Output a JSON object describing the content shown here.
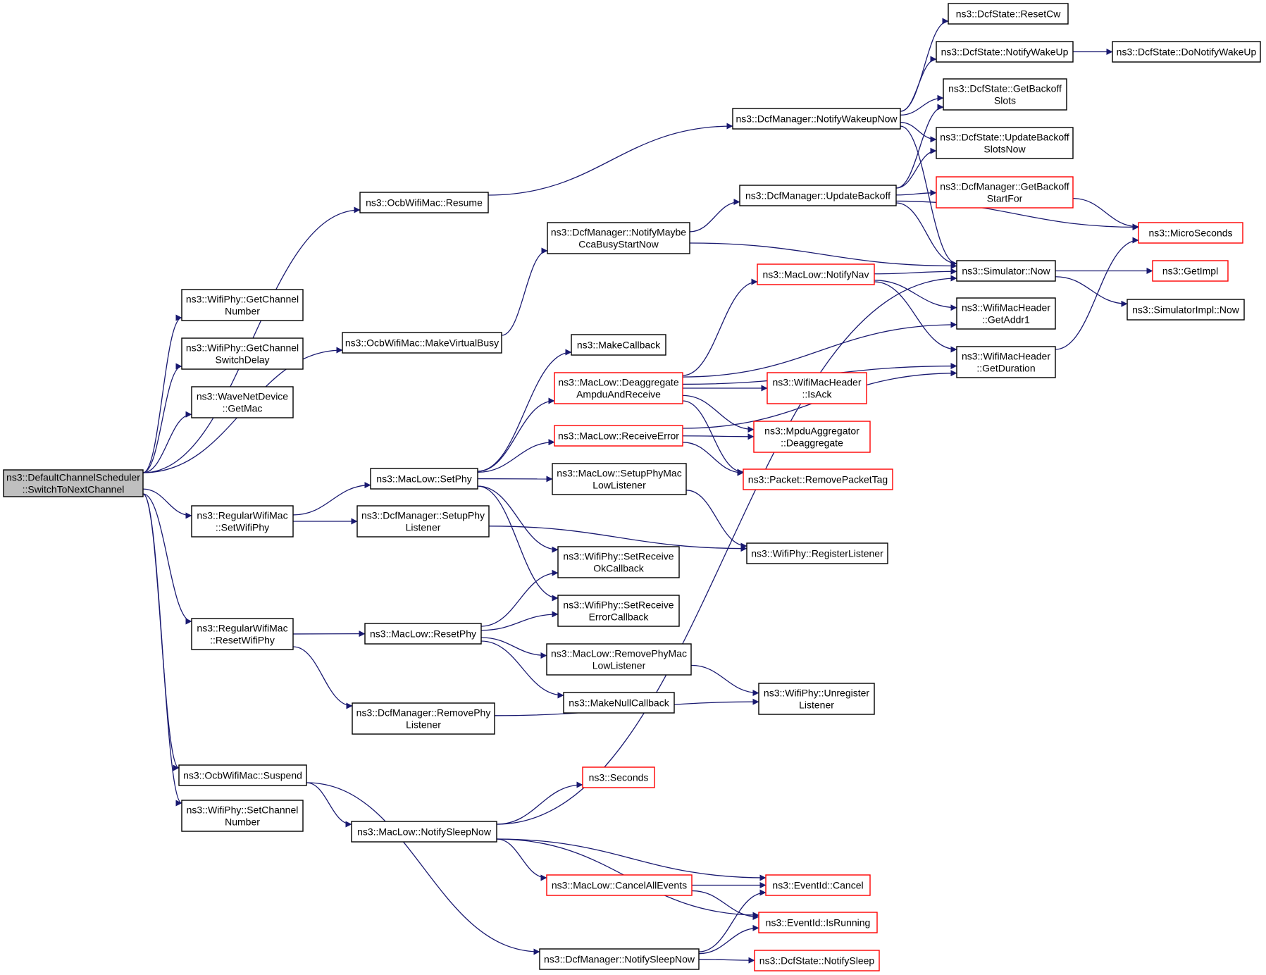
{
  "colors": {
    "edge": "#191970",
    "border_normal": "#000000",
    "border_truncated": "#ff0000",
    "root_fill": "#bfbfbf",
    "node_fill": "#ffffff"
  },
  "nodes": [
    {
      "id": "root",
      "lines": [
        "ns3::DefaultChannelScheduler",
        "::SwitchToNextChannel"
      ],
      "style": "root"
    },
    {
      "id": "getChannelNumber",
      "lines": [
        "ns3::WifiPhy::GetChannel",
        "Number"
      ],
      "style": "normal"
    },
    {
      "id": "getChannelSwitchDelay",
      "lines": [
        "ns3::WifiPhy::GetChannel",
        "SwitchDelay"
      ],
      "style": "normal"
    },
    {
      "id": "getMac",
      "lines": [
        "ns3::WaveNetDevice",
        "::GetMac"
      ],
      "style": "normal"
    },
    {
      "id": "resume",
      "lines": [
        "ns3::OcbWifiMac::Resume"
      ],
      "style": "normal"
    },
    {
      "id": "makeVirtualBusy",
      "lines": [
        "ns3::OcbWifiMac::MakeVirtualBusy"
      ],
      "style": "normal"
    },
    {
      "id": "setWifiPhy",
      "lines": [
        "ns3::RegularWifiMac",
        "::SetWifiPhy"
      ],
      "style": "normal"
    },
    {
      "id": "resetWifiPhy",
      "lines": [
        "ns3::RegularWifiMac",
        "::ResetWifiPhy"
      ],
      "style": "normal"
    },
    {
      "id": "suspend",
      "lines": [
        "ns3::OcbWifiMac::Suspend"
      ],
      "style": "normal"
    },
    {
      "id": "setChannelNumber",
      "lines": [
        "ns3::WifiPhy::SetChannel",
        "Number"
      ],
      "style": "normal"
    },
    {
      "id": "notifyWakeupNow",
      "lines": [
        "ns3::DcfManager::NotifyWakeupNow"
      ],
      "style": "normal"
    },
    {
      "id": "notifyMaybeCca",
      "lines": [
        "ns3::DcfManager::NotifyMaybe",
        "CcaBusyStartNow"
      ],
      "style": "normal"
    },
    {
      "id": "setPhy",
      "lines": [
        "ns3::MacLow::SetPhy"
      ],
      "style": "normal"
    },
    {
      "id": "setupPhyListener",
      "lines": [
        "ns3::DcfManager::SetupPhy",
        "Listener"
      ],
      "style": "normal"
    },
    {
      "id": "resetPhy",
      "lines": [
        "ns3::MacLow::ResetPhy"
      ],
      "style": "normal"
    },
    {
      "id": "removePhyListener",
      "lines": [
        "ns3::DcfManager::RemovePhy",
        "Listener"
      ],
      "style": "normal"
    },
    {
      "id": "notifySleepNow",
      "lines": [
        "ns3::MacLow::NotifySleepNow"
      ],
      "style": "normal"
    },
    {
      "id": "dcfNotifySleepNow",
      "lines": [
        "ns3::DcfManager::NotifySleepNow"
      ],
      "style": "normal"
    },
    {
      "id": "resetCw",
      "lines": [
        "ns3::DcfState::ResetCw"
      ],
      "style": "normal"
    },
    {
      "id": "notifyWakeUp",
      "lines": [
        "ns3::DcfState::NotifyWakeUp"
      ],
      "style": "normal"
    },
    {
      "id": "doNotifyWakeUp",
      "lines": [
        "ns3::DcfState::DoNotifyWakeUp"
      ],
      "style": "normal"
    },
    {
      "id": "getBackoffSlots",
      "lines": [
        "ns3::DcfState::GetBackoff",
        "Slots"
      ],
      "style": "normal"
    },
    {
      "id": "updateBackoffSlotsNow",
      "lines": [
        "ns3::DcfState::UpdateBackoff",
        "SlotsNow"
      ],
      "style": "normal"
    },
    {
      "id": "updateBackoff",
      "lines": [
        "ns3::DcfManager::UpdateBackoff"
      ],
      "style": "normal"
    },
    {
      "id": "getBackoffStartFor",
      "lines": [
        "ns3::DcfManager::GetBackoff",
        "StartFor"
      ],
      "style": "truncated"
    },
    {
      "id": "microSeconds",
      "lines": [
        "ns3::MicroSeconds"
      ],
      "style": "truncated"
    },
    {
      "id": "simulatorNow",
      "lines": [
        "ns3::Simulator::Now"
      ],
      "style": "normal"
    },
    {
      "id": "getImpl",
      "lines": [
        "ns3::GetImpl"
      ],
      "style": "truncated"
    },
    {
      "id": "simulatorImplNow",
      "lines": [
        "ns3::SimulatorImpl::Now"
      ],
      "style": "normal"
    },
    {
      "id": "notifyNav",
      "lines": [
        "ns3::MacLow::NotifyNav"
      ],
      "style": "truncated"
    },
    {
      "id": "getAddr1",
      "lines": [
        "ns3::WifiMacHeader",
        "::GetAddr1"
      ],
      "style": "normal"
    },
    {
      "id": "getDuration",
      "lines": [
        "ns3::WifiMacHeader",
        "::GetDuration"
      ],
      "style": "normal"
    },
    {
      "id": "makeCallback",
      "lines": [
        "ns3::MakeCallback"
      ],
      "style": "normal"
    },
    {
      "id": "deaggregate",
      "lines": [
        "ns3::MacLow::Deaggregate",
        "AmpduAndReceive"
      ],
      "style": "truncated"
    },
    {
      "id": "isAck",
      "lines": [
        "ns3::WifiMacHeader",
        "::IsAck"
      ],
      "style": "truncated"
    },
    {
      "id": "mpduDeaggregate",
      "lines": [
        "ns3::MpduAggregator",
        "::Deaggregate"
      ],
      "style": "truncated"
    },
    {
      "id": "receiveError",
      "lines": [
        "ns3::MacLow::ReceiveError"
      ],
      "style": "truncated"
    },
    {
      "id": "removePacketTag",
      "lines": [
        "ns3::Packet::RemovePacketTag"
      ],
      "style": "truncated"
    },
    {
      "id": "setupPhyMac",
      "lines": [
        "ns3::MacLow::SetupPhyMac",
        "LowListener"
      ],
      "style": "normal"
    },
    {
      "id": "registerListener",
      "lines": [
        "ns3::WifiPhy::RegisterListener"
      ],
      "style": "normal"
    },
    {
      "id": "setReceiveOk",
      "lines": [
        "ns3::WifiPhy::SetReceive",
        "OkCallback"
      ],
      "style": "normal"
    },
    {
      "id": "setReceiveError",
      "lines": [
        "ns3::WifiPhy::SetReceive",
        "ErrorCallback"
      ],
      "style": "normal"
    },
    {
      "id": "removePhyMac",
      "lines": [
        "ns3::MacLow::RemovePhyMac",
        "LowListener"
      ],
      "style": "normal"
    },
    {
      "id": "makeNullCallback",
      "lines": [
        "ns3::MakeNullCallback"
      ],
      "style": "normal"
    },
    {
      "id": "unregisterListener",
      "lines": [
        "ns3::WifiPhy::Unregister",
        "Listener"
      ],
      "style": "normal"
    },
    {
      "id": "seconds",
      "lines": [
        "ns3::Seconds"
      ],
      "style": "truncated"
    },
    {
      "id": "cancelAllEvents",
      "lines": [
        "ns3::MacLow::CancelAllEvents"
      ],
      "style": "truncated"
    },
    {
      "id": "eventCancel",
      "lines": [
        "ns3::EventId::Cancel"
      ],
      "style": "truncated"
    },
    {
      "id": "eventIsRunning",
      "lines": [
        "ns3::EventId::IsRunning"
      ],
      "style": "truncated"
    },
    {
      "id": "dcfStateNotifySleep",
      "lines": [
        "ns3::DcfState::NotifySleep"
      ],
      "style": "truncated"
    }
  ],
  "edges": [
    [
      "root",
      "getChannelNumber"
    ],
    [
      "root",
      "getChannelSwitchDelay"
    ],
    [
      "root",
      "getMac"
    ],
    [
      "root",
      "resume"
    ],
    [
      "root",
      "makeVirtualBusy"
    ],
    [
      "root",
      "setWifiPhy"
    ],
    [
      "root",
      "resetWifiPhy"
    ],
    [
      "root",
      "suspend"
    ],
    [
      "root",
      "setChannelNumber"
    ],
    [
      "resume",
      "notifyWakeupNow"
    ],
    [
      "makeVirtualBusy",
      "notifyMaybeCca"
    ],
    [
      "setWifiPhy",
      "setPhy"
    ],
    [
      "setWifiPhy",
      "setupPhyListener"
    ],
    [
      "resetWifiPhy",
      "resetPhy"
    ],
    [
      "resetWifiPhy",
      "removePhyListener"
    ],
    [
      "suspend",
      "notifySleepNow"
    ],
    [
      "suspend",
      "dcfNotifySleepNow"
    ],
    [
      "notifyWakeupNow",
      "resetCw"
    ],
    [
      "notifyWakeupNow",
      "notifyWakeUp"
    ],
    [
      "notifyWakeupNow",
      "getBackoffSlots"
    ],
    [
      "notifyWakeupNow",
      "updateBackoffSlotsNow"
    ],
    [
      "notifyWakeupNow",
      "simulatorNow"
    ],
    [
      "notifyWakeUp",
      "doNotifyWakeUp"
    ],
    [
      "notifyMaybeCca",
      "updateBackoff"
    ],
    [
      "notifyMaybeCca",
      "simulatorNow"
    ],
    [
      "updateBackoff",
      "getBackoffSlots"
    ],
    [
      "updateBackoff",
      "updateBackoffSlotsNow"
    ],
    [
      "updateBackoff",
      "getBackoffStartFor"
    ],
    [
      "updateBackoff",
      "microSeconds"
    ],
    [
      "updateBackoff",
      "simulatorNow"
    ],
    [
      "getBackoffStartFor",
      "microSeconds"
    ],
    [
      "simulatorNow",
      "getImpl"
    ],
    [
      "simulatorNow",
      "simulatorImplNow"
    ],
    [
      "notifyNav",
      "simulatorNow"
    ],
    [
      "notifyNav",
      "getAddr1"
    ],
    [
      "notifyNav",
      "getDuration"
    ],
    [
      "getDuration",
      "microSeconds"
    ],
    [
      "setPhy",
      "makeCallback"
    ],
    [
      "setPhy",
      "deaggregate"
    ],
    [
      "setPhy",
      "receiveError"
    ],
    [
      "setPhy",
      "setupPhyMac"
    ],
    [
      "setPhy",
      "setReceiveOk"
    ],
    [
      "setPhy",
      "setReceiveError"
    ],
    [
      "deaggregate",
      "notifyNav"
    ],
    [
      "deaggregate",
      "getAddr1"
    ],
    [
      "deaggregate",
      "getDuration"
    ],
    [
      "deaggregate",
      "isAck"
    ],
    [
      "deaggregate",
      "mpduDeaggregate"
    ],
    [
      "deaggregate",
      "removePacketTag"
    ],
    [
      "receiveError",
      "mpduDeaggregate"
    ],
    [
      "receiveError",
      "removePacketTag"
    ],
    [
      "receiveError",
      "getDuration"
    ],
    [
      "setupPhyMac",
      "registerListener"
    ],
    [
      "setupPhyListener",
      "registerListener"
    ],
    [
      "resetPhy",
      "setReceiveOk"
    ],
    [
      "resetPhy",
      "setReceiveError"
    ],
    [
      "resetPhy",
      "removePhyMac"
    ],
    [
      "resetPhy",
      "makeNullCallback"
    ],
    [
      "removePhyMac",
      "unregisterListener"
    ],
    [
      "removePhyListener",
      "unregisterListener"
    ],
    [
      "notifySleepNow",
      "seconds"
    ],
    [
      "notifySleepNow",
      "simulatorNow"
    ],
    [
      "notifySleepNow",
      "cancelAllEvents"
    ],
    [
      "notifySleepNow",
      "eventCancel"
    ],
    [
      "notifySleepNow",
      "eventIsRunning"
    ],
    [
      "cancelAllEvents",
      "eventCancel"
    ],
    [
      "cancelAllEvents",
      "eventIsRunning"
    ],
    [
      "dcfNotifySleepNow",
      "eventCancel"
    ],
    [
      "dcfNotifySleepNow",
      "eventIsRunning"
    ],
    [
      "dcfNotifySleepNow",
      "dcfStateNotifySleep"
    ]
  ]
}
